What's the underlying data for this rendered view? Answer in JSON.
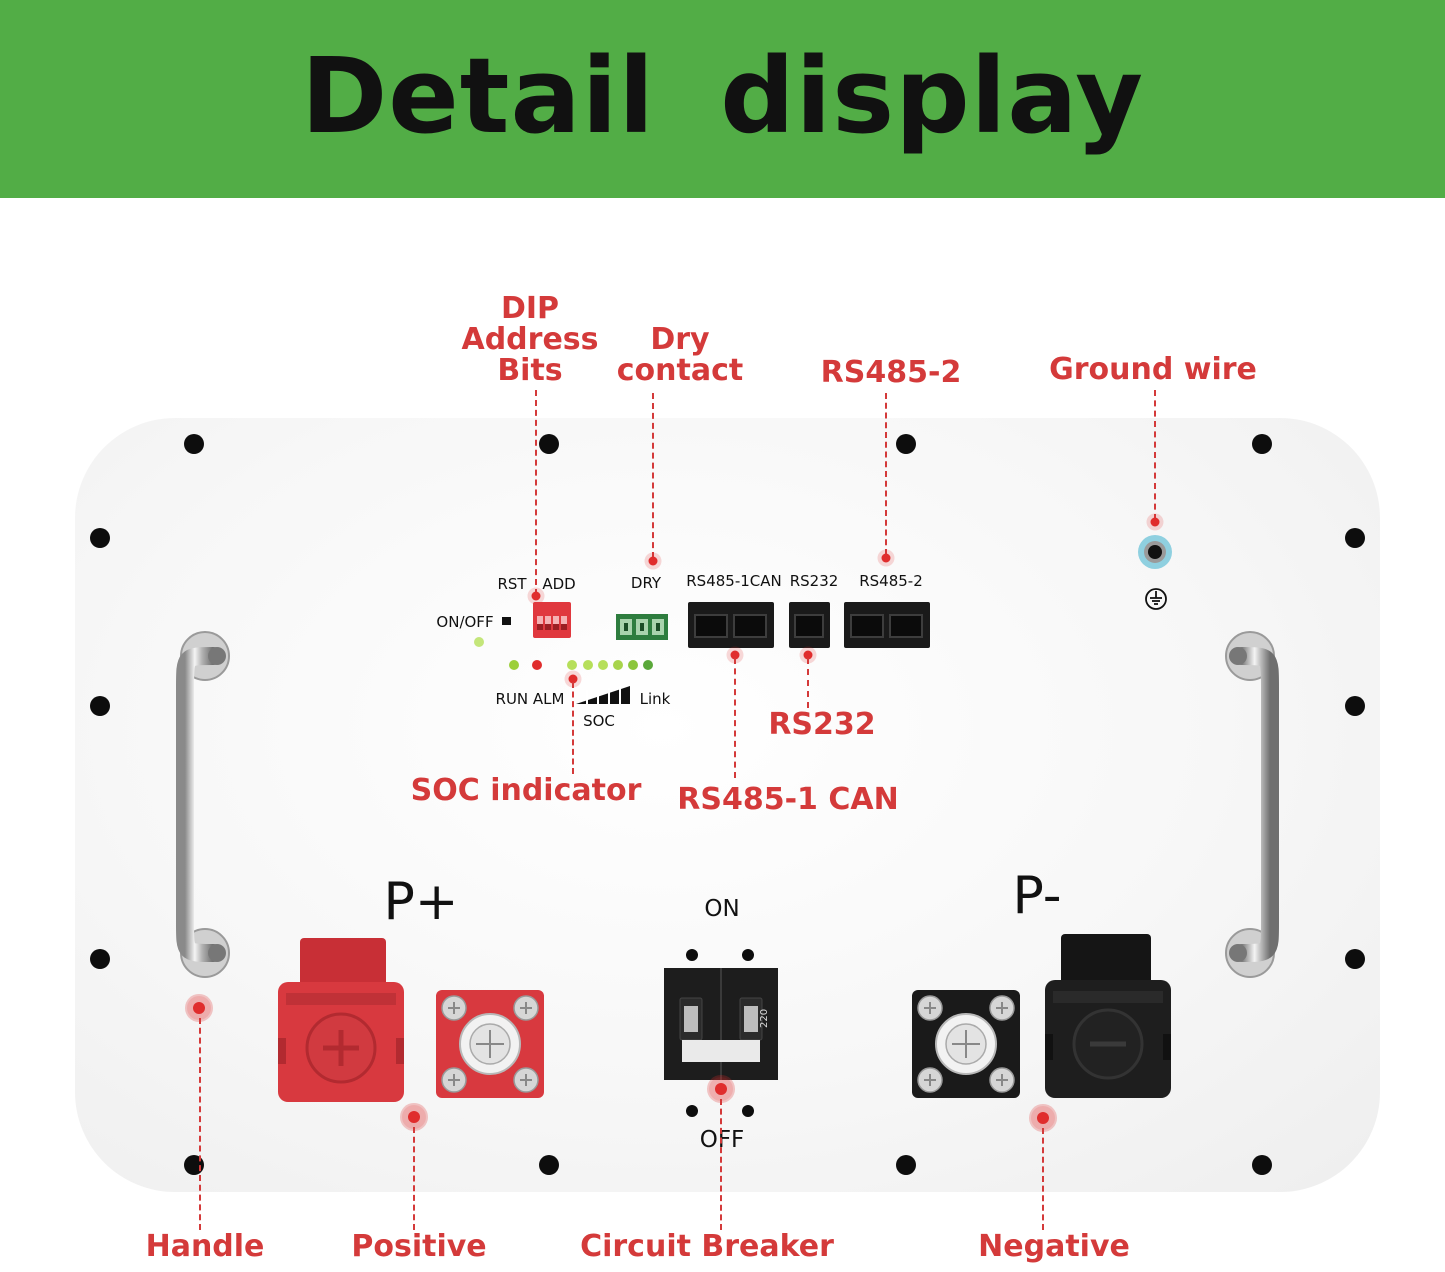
{
  "header": {
    "title": "Detail display"
  },
  "callouts": {
    "dip": [
      "DIP",
      "Address",
      "Bits"
    ],
    "dry": [
      "Dry",
      "contact"
    ],
    "rs485_2": "RS485-2",
    "ground": "Ground wire",
    "soc": "SOC indicator",
    "rs232": "RS232",
    "rs485_1": "RS485-1 CAN",
    "handle": "Handle",
    "positive": "Positive",
    "breaker": "Circuit Breaker",
    "negative": "Negative"
  },
  "panel_labels": {
    "rst": "RST",
    "add": "ADD",
    "onoff": "ON/OFF",
    "dry": "DRY",
    "rs485_1can": "RS485-1CAN",
    "rs232": "RS232",
    "rs485_2": "RS485-2",
    "run_alm": "RUN ALM",
    "link": "Link",
    "soc": "SOC"
  },
  "terminals": {
    "positive": "P+",
    "negative": "P-",
    "breaker_on": "ON",
    "breaker_off": "OFF",
    "breaker_rating": "220"
  },
  "colors": {
    "banner": "#52ad46",
    "callout": "#d43a3a",
    "positive_terminal": "#d8393f",
    "negative_terminal": "#1e1e1e",
    "led_green": "#9ccf3a",
    "led_red": "#e02d2d",
    "led_dark_green": "#5aa83a"
  },
  "icons": {
    "ground": "ground-symbol-icon",
    "plus": "plus-icon",
    "minus": "minus-icon"
  }
}
